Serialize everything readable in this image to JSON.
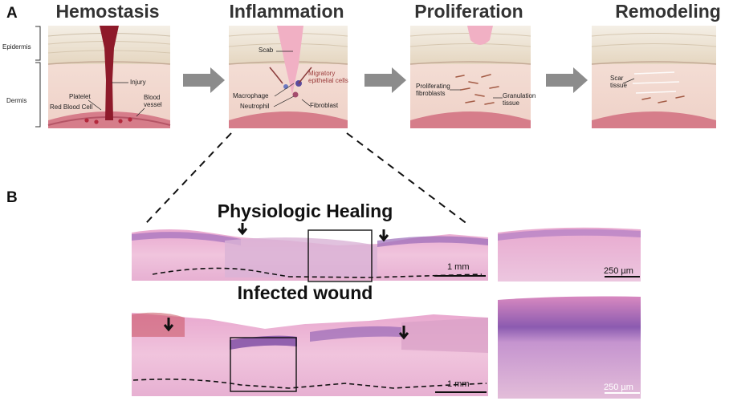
{
  "panel_a": {
    "letter": "A",
    "layer_labels": {
      "epidermis": "Epidermis",
      "dermis": "Dermis"
    },
    "stages": [
      {
        "title": "Hemostasis",
        "labels": [
          "Platelet",
          "Red Blood Cell",
          "Injury",
          "Blood vessel"
        ]
      },
      {
        "title": "Inflammation",
        "labels": [
          "Scab",
          "Migratory epithelial cells",
          "Macrophage",
          "Neutrophil",
          "Fibroblast"
        ]
      },
      {
        "title": "Proliferation",
        "labels": [
          "Proliferating fibroblasts",
          "Granulation tissue"
        ]
      },
      {
        "title": "Remodeling",
        "labels": [
          "Scar tissue"
        ]
      }
    ]
  },
  "panel_b": {
    "letter": "B",
    "physiologic": {
      "title": "Physiologic Healing",
      "scale_main": "1 mm",
      "scale_zoom": "250 µm"
    },
    "infected": {
      "title": "Infected wound",
      "scale_main": "1 mm",
      "scale_zoom": "250 µm"
    }
  },
  "colors": {
    "skin": "#eadfce",
    "dermis": "#f3dcd2",
    "blood": "#8e1a2a",
    "arrow": "#8c8c8c",
    "he_pink": "#e79bc4",
    "he_purple": "#8a5bb0"
  }
}
